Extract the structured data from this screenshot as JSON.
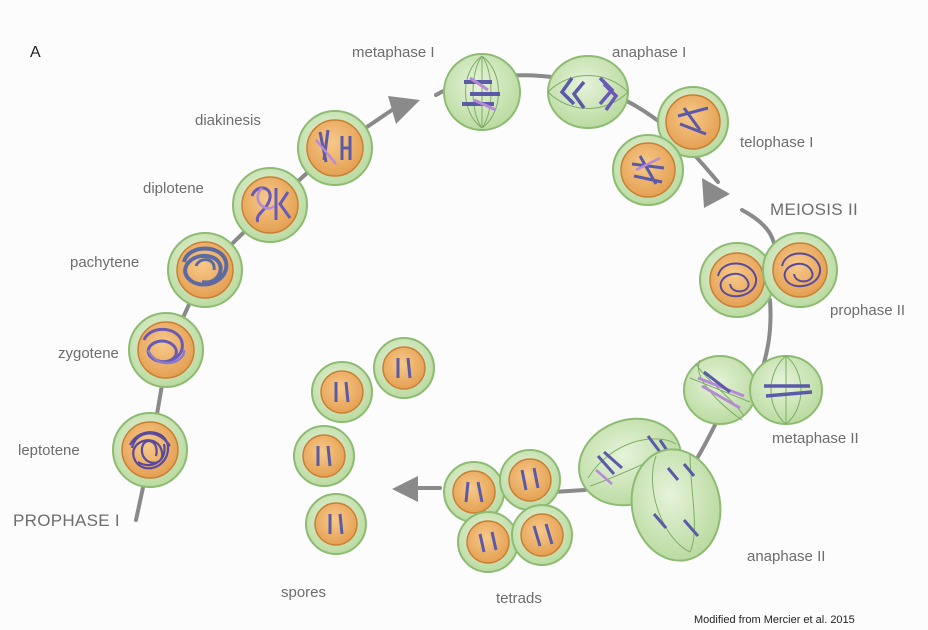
{
  "panel_label": "A",
  "credit": "Modified from Mercier et al. 2015",
  "stages": {
    "prophase_1": "PROPHASE I",
    "leptotene": "leptotene",
    "zygotene": "zygotene",
    "pachytene": "pachytene",
    "diplotene": "diplotene",
    "diakinesis": "diakinesis",
    "metaphase_1": "metaphase I",
    "anaphase_1": "anaphase I",
    "telophase_1": "telophase  I",
    "meiosis_2": "MEIOSIS II",
    "prophase_2": "prophase  II",
    "metaphase_2": "metaphase  II",
    "anaphase_2": "anaphase  II",
    "tetrads": "tetrads",
    "spores": "spores"
  },
  "colors": {
    "cell_fill": "#d8ecc9",
    "cell_stroke": "#8dbb72",
    "nucleus_fill": "#f0b46a",
    "nucleus_stroke": "#c97f34",
    "chromosome": "#5a5aa8",
    "chromosome_light": "#b58ad6",
    "path": "#8a8a8a"
  }
}
